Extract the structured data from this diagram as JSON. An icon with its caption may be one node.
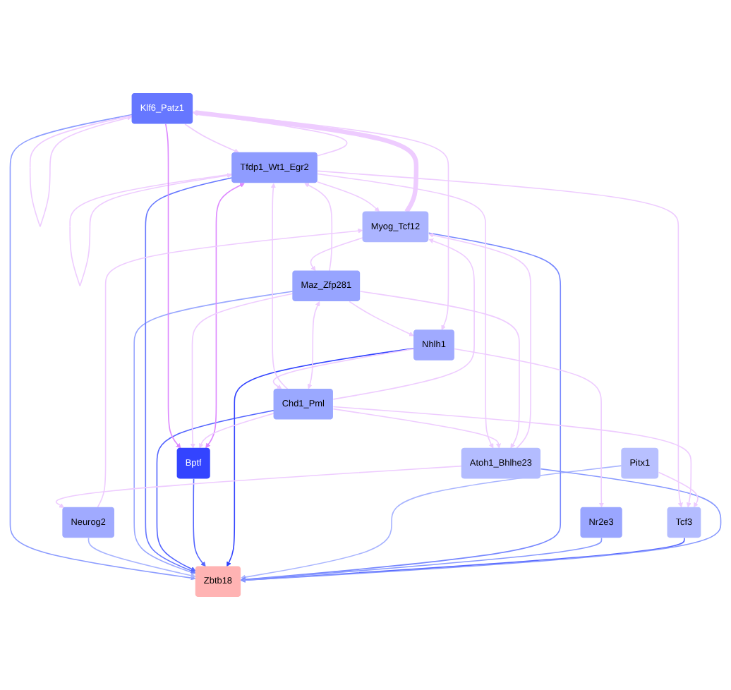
{
  "diagram": {
    "nodes": [
      {
        "text": [
          "Klf6_Patz1"
        ]
      },
      {
        "text": [
          "Neurog2"
        ]
      },
      {
        "text": [
          "Maz_Zfp281"
        ]
      },
      {
        "text": [
          "Tfdp1_Wt1_Egr2"
        ]
      },
      {
        "text": [
          "Chd1_Pml"
        ]
      },
      {
        "text": [
          "Bptf"
        ]
      },
      {
        "text": [
          "Zbtb18"
        ]
      },
      {
        "text": [
          "Nhlh1"
        ]
      },
      {
        "text": [
          "Pitx1"
        ]
      },
      {
        "text": [
          "Myog_Tcf12"
        ]
      },
      {
        "text": [
          "Nr2e3"
        ]
      },
      {
        "text": [
          "Tcf3"
        ]
      },
      {
        "text": [
          "Atoh1_Bhlhe23"
        ]
      }
    ],
    "edges": [
      {
        "from": 0,
        "to": 6,
        "arrow": "to",
        "color": "#8c9cff"
      },
      {
        "from": 1,
        "to": 6,
        "arrow": "to",
        "color": "#a8b4ff"
      },
      {
        "from": 2,
        "to": 6,
        "arrow": "to",
        "color": "#9aa8ff"
      },
      {
        "from": 3,
        "to": 6,
        "arrow": "to",
        "color": "#6677ff"
      },
      {
        "from": 4,
        "to": 6,
        "arrow": "to",
        "color": "#5566ff"
      },
      {
        "from": 5,
        "to": 6,
        "arrow": "to",
        "color": "#5566ff"
      },
      {
        "from": 7,
        "to": 6,
        "arrow": "to",
        "color": "#3344ff"
      },
      {
        "from": 8,
        "to": 6,
        "arrow": "to",
        "color": "#a8b4ff"
      },
      {
        "from": 9,
        "to": 6,
        "arrow": "to",
        "color": "#7788ff"
      },
      {
        "from": 10,
        "to": 6,
        "arrow": "to",
        "color": "#8899ff"
      },
      {
        "from": 11,
        "to": 6,
        "arrow": "to",
        "color": "#5566ff"
      },
      {
        "from": 12,
        "to": 6,
        "arrow": "to",
        "color": "#8899ff"
      },
      {
        "from": 0,
        "to": 0,
        "arrow": "to"
      },
      {
        "from": 3,
        "to": 3,
        "arrow": "to"
      },
      {
        "from": 0,
        "to": 3,
        "arrow": "to"
      },
      {
        "from": 3,
        "to": 0,
        "arrow": "to"
      },
      {
        "from": 0,
        "to": 5,
        "arrow": "to",
        "color": "#dd88ff"
      },
      {
        "from": 5,
        "to": 3,
        "arrow": "both",
        "color": "#dd88ff"
      },
      {
        "from": 2,
        "to": 3,
        "arrow": "to"
      },
      {
        "from": 2,
        "to": 5,
        "arrow": "to"
      },
      {
        "from": 4,
        "to": 5,
        "arrow": "to"
      },
      {
        "from": 4,
        "to": 3,
        "arrow": "to"
      },
      {
        "from": 4,
        "to": 2,
        "arrow": "both"
      },
      {
        "from": 7,
        "to": 4,
        "arrow": "to"
      },
      {
        "from": 9,
        "to": 0,
        "arrow": "to",
        "style": "thick"
      },
      {
        "from": 9,
        "to": 2,
        "arrow": "to"
      },
      {
        "from": 3,
        "to": 9,
        "arrow": "to"
      },
      {
        "from": 1,
        "to": 9,
        "arrow": "to"
      },
      {
        "from": 4,
        "to": 9,
        "arrow": "to"
      },
      {
        "from": 2,
        "to": 7,
        "arrow": "to"
      },
      {
        "from": 0,
        "to": 7,
        "arrow": "to"
      },
      {
        "from": 12,
        "to": 1,
        "arrow": "to"
      },
      {
        "from": 3,
        "to": 12,
        "arrow": "to"
      },
      {
        "from": 3,
        "to": 11,
        "arrow": "to"
      },
      {
        "from": 4,
        "to": 11,
        "arrow": "to"
      },
      {
        "from": 12,
        "to": 9,
        "arrow": "to"
      },
      {
        "from": 7,
        "to": 10,
        "arrow": "to"
      },
      {
        "from": 8,
        "to": 11,
        "arrow": "to"
      },
      {
        "from": 4,
        "to": 12,
        "arrow": "to"
      },
      {
        "from": 2,
        "to": 12,
        "arrow": "to"
      }
    ]
  }
}
